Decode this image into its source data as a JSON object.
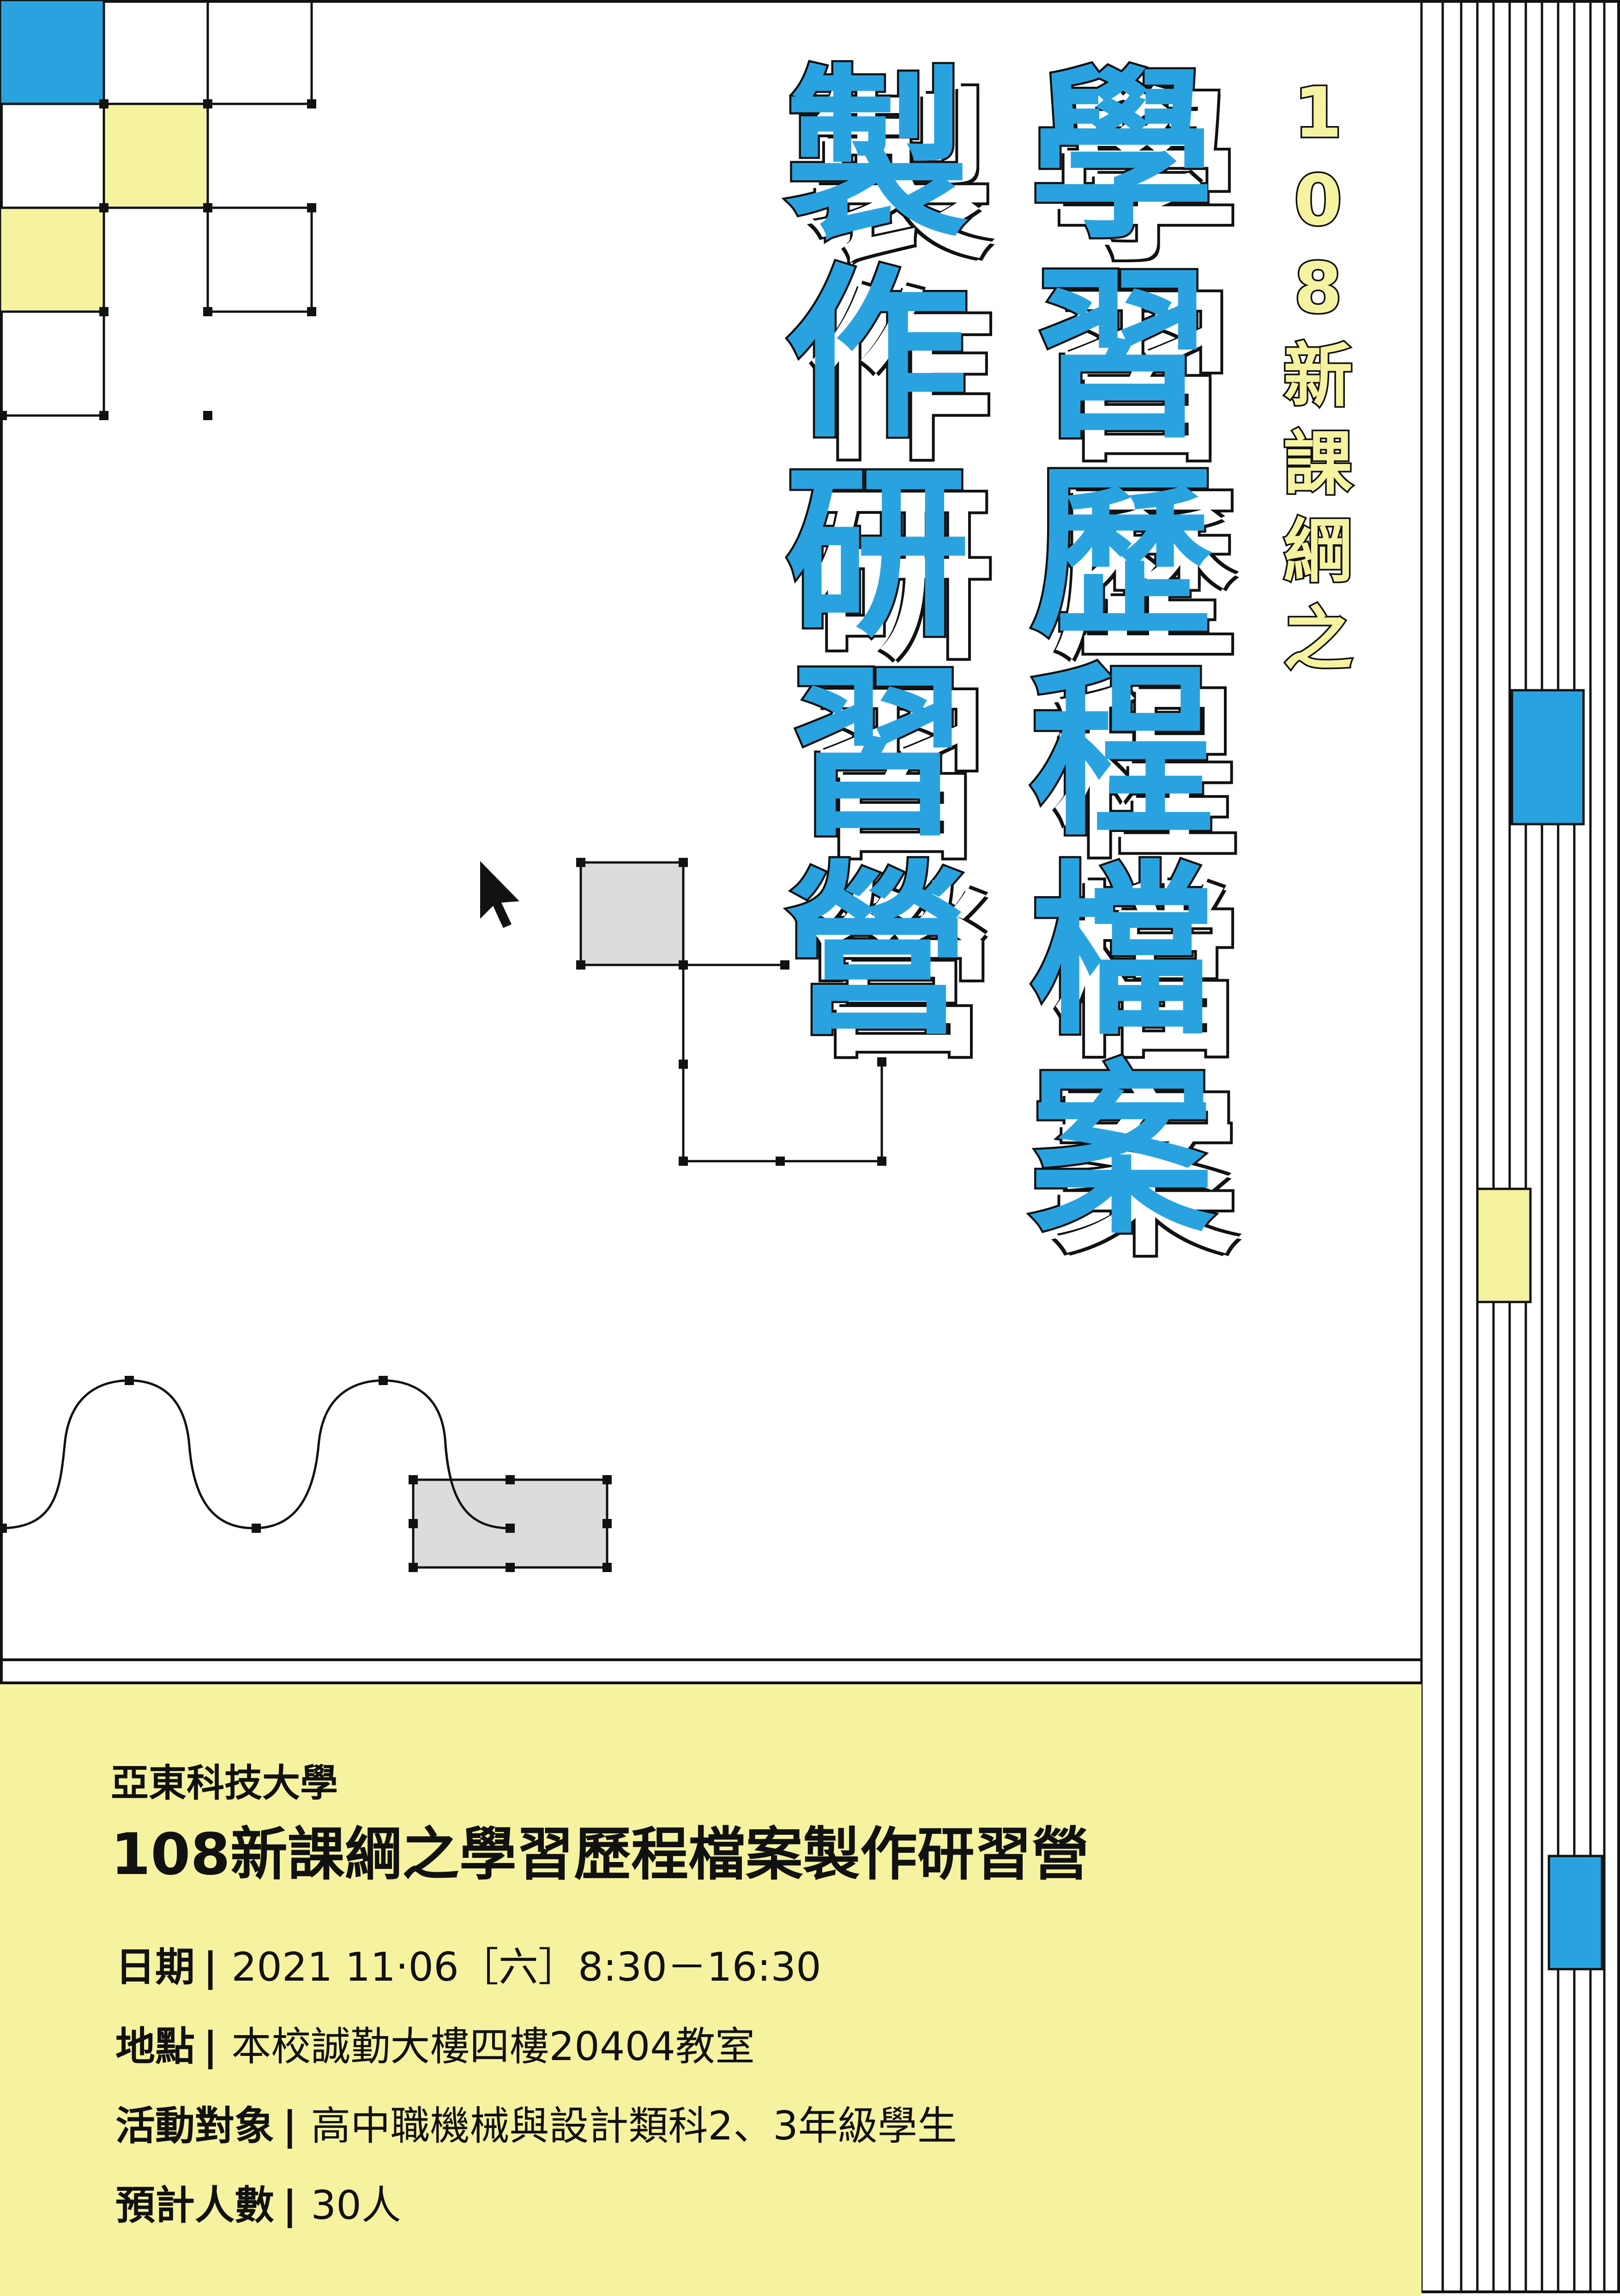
{
  "poster": {
    "title_line1": [
      "學",
      "習",
      "歷",
      "程",
      "檔",
      "案"
    ],
    "title_line2": [
      "製",
      "作",
      "研",
      "習",
      "營"
    ],
    "subtitle": [
      "1",
      "0",
      "8",
      "新",
      "課",
      "綱",
      "之"
    ],
    "org": "亞東科技大學",
    "event_title": "108新課綱之學習歷程檔案製作研習營",
    "details": [
      {
        "label": "日期",
        "sep": "|",
        "value": "2021  11‧06［六］8:30－16:30"
      },
      {
        "label": "地點",
        "sep": "|",
        "value": "本校誠勤大樓四樓20404教室"
      },
      {
        "label": "活動對象",
        "sep": "|",
        "value": "高中職機械與設計類科2、3年級學生"
      },
      {
        "label": "預計人數",
        "sep": "|",
        "value": "30人"
      }
    ],
    "colors": {
      "blue": "#29a3e0",
      "yellow": "#f5f3a0",
      "gray": "#dcdcdc",
      "ink": "#111111"
    },
    "icons": [
      "mouse-cursor-icon"
    ]
  }
}
